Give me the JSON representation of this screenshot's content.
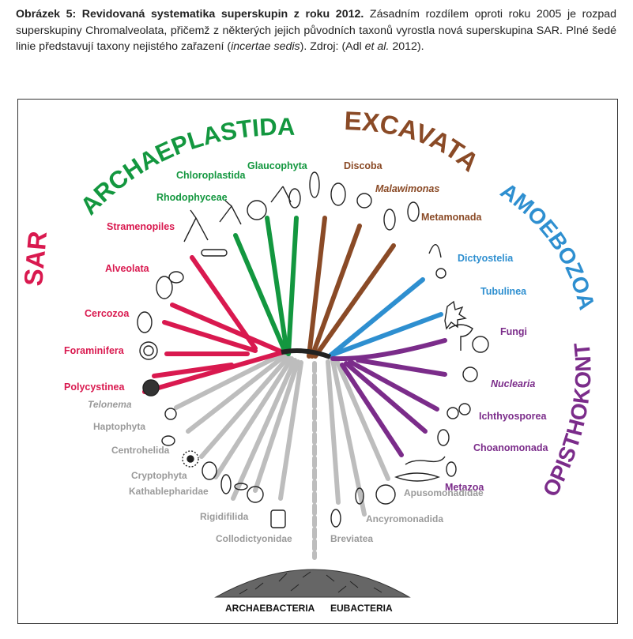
{
  "caption": {
    "label": "Obrázek 5: Revidovaná systematika superskupin z roku 2012.",
    "text_before_italic_1": " Zásadním rozdílem oproti roku 2005 je rozpad superskupiny Chromalveolata, přičemž z některých jejich původních taxonů vyrostla nová superskupina SAR. Plné šedé linie představují taxony nejistého zařazení (",
    "italic_1": "incertae sedis",
    "text_between": "). Zdroj: (Adl ",
    "italic_2": "et al.",
    "text_after": " 2012)."
  },
  "colors": {
    "sar": "#d9194f",
    "archaeplastida": "#13973f",
    "excavata": "#8a4a26",
    "amoebozoa": "#2e8fd0",
    "opisthokonta": "#7b2c8a",
    "incertae": "#bdbdbd",
    "root": "#222222"
  },
  "supergroups": {
    "sar": "SAR",
    "archaeplastida": "ARCHAEPLASTIDA",
    "excavata": "EXCAVATA",
    "amoebozoa": "AMOEBOZOA",
    "opisthokonta": "OPISTHOKONTA"
  },
  "taxa": {
    "stramenopiles": "Stramenopiles",
    "alveolata": "Alveolata",
    "cercozoa": "Cercozoa",
    "foraminifera": "Foraminifera",
    "polycystinea": "Polycystinea",
    "rhodophyceae": "Rhodophyceae",
    "chloroplastida": "Chloroplastida",
    "glaucophyta": "Glaucophyta",
    "discoba": "Discoba",
    "malawimonas": "Malawimonas",
    "metamonada": "Metamonada",
    "dictyostelia": "Dictyostelia",
    "tubulinea": "Tubulinea",
    "fungi": "Fungi",
    "nuclearia": "Nuclearia",
    "ichthyosporea": "Ichthyosporea",
    "choanomonada": "Choanomonada",
    "metazoa": "Metazoa",
    "telonema": "Telonema",
    "haptophyta": "Haptophyta",
    "centrohelida": "Centrohelida",
    "cryptophyta": "Cryptophyta",
    "kathablepharidae": "Kathablepharidae",
    "rigidifilida": "Rigidifilida",
    "collodictyonidae": "Collodictyonidae",
    "breviatea": "Breviatea",
    "ancyromonadida": "Ancyromonadida",
    "apusomonadidae": "Apusomonadidae"
  },
  "roots": {
    "archaebacteria": "ARCHAEBACTERIA",
    "eubacteria": "EUBACTERIA"
  }
}
